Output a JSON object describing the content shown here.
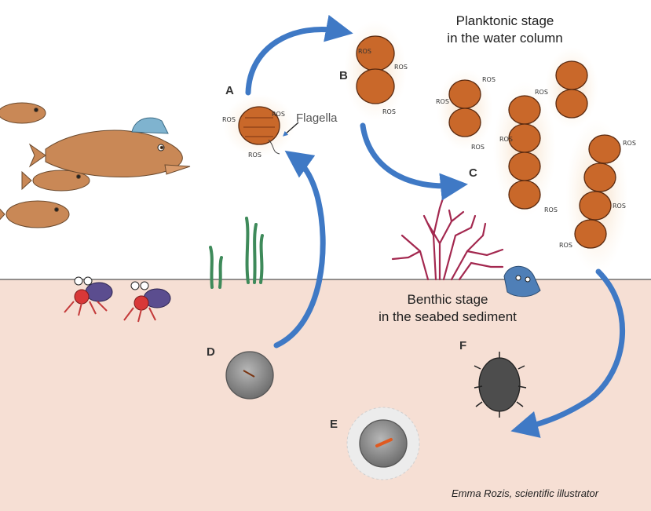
{
  "stages": {
    "planktonic": {
      "line1": "Planktonic stage",
      "line2": "in the water column"
    },
    "benthic": {
      "line1": "Benthic stage",
      "line2": "in the seabed sediment"
    }
  },
  "labels": {
    "a": "A",
    "b": "B",
    "c": "C",
    "d": "D",
    "e": "E",
    "f": "F"
  },
  "flagella_label": "Flagella",
  "ros_label": "ROS",
  "credit": "Emma Rozis, scientific illustrator",
  "colors": {
    "water": "#ffffff",
    "sediment": "#f6dfd4",
    "arrow": "#3f79c5",
    "cell": "#c9682a",
    "cell_halo": "#f5e2c8",
    "coral": "#a3284f",
    "seagrass": "#3e8a5a",
    "fish": "#c98856"
  }
}
